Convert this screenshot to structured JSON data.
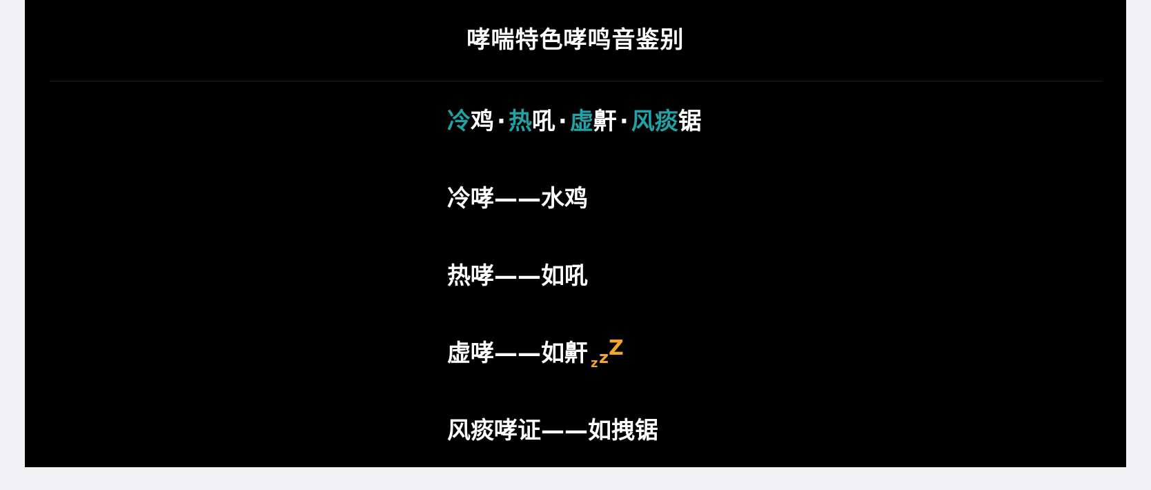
{
  "title": "哮喘特色哮鸣音鉴别",
  "mnemonic": {
    "parts": [
      {
        "hl": "冷",
        "rest": "鸡"
      },
      {
        "hl": "热",
        "rest": "吼"
      },
      {
        "hl": "虚",
        "rest": "鼾"
      },
      {
        "hl": "风痰",
        "rest": "锯"
      }
    ],
    "separator": "·"
  },
  "lines": [
    "冷哮——水鸡",
    "热哮——如吼",
    "虚哮——如鼾",
    "风痰哮证——如拽锯"
  ],
  "snore_glyphs": [
    "z",
    "z",
    "Z"
  ],
  "colors": {
    "accent": "#1fa3a6",
    "snore": "#f0a530",
    "background": "#000000"
  }
}
